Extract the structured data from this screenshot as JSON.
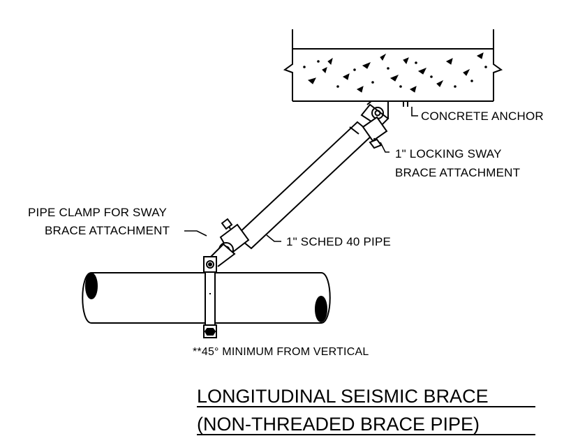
{
  "labels": {
    "concrete_anchor": "CONCRETE ANCHOR",
    "sway_brace_line1": "1\" LOCKING SWAY",
    "sway_brace_line2": "BRACE ATTACHMENT",
    "pipe_clamp_line1": "PIPE CLAMP FOR SWAY",
    "pipe_clamp_line2": "BRACE ATTACHMENT",
    "brace_pipe": "1\" SCHED 40 PIPE",
    "min_angle": "**45° MINIMUM FROM VERTICAL"
  },
  "title": {
    "line1": "LONGITUDINAL SEISMIC BRACE",
    "line2": "(NON-THREADED BRACE PIPE)"
  }
}
